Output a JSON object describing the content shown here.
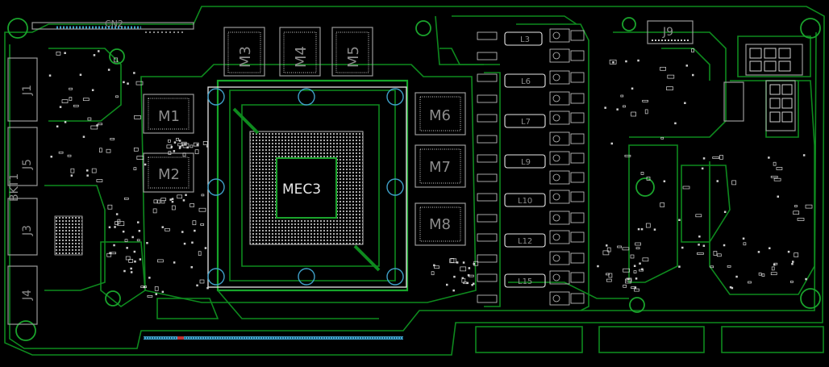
{
  "board": {
    "background": "#000000",
    "trace_color": "#0e8a1e",
    "silk_color": "#8c8c8c",
    "pad_color": "#dcdcdc",
    "hole_color": "#3fa0c8"
  },
  "labels": {
    "cn2": "CN2",
    "mec": "MEC3",
    "j1": "J1",
    "j3": "J3",
    "j4": "J4",
    "j5": "J5",
    "bkt": "BKT1",
    "j9": "J9",
    "l3": "L3",
    "l6": "L6",
    "l7": "L7",
    "l9": "L9",
    "l10": "L10",
    "l12": "L12",
    "l15": "L15",
    "m1": "M1",
    "m2": "M2",
    "m3": "M3",
    "m4": "M4",
    "m5": "M5",
    "m6": "M6",
    "m7": "M7",
    "m8": "M8"
  }
}
